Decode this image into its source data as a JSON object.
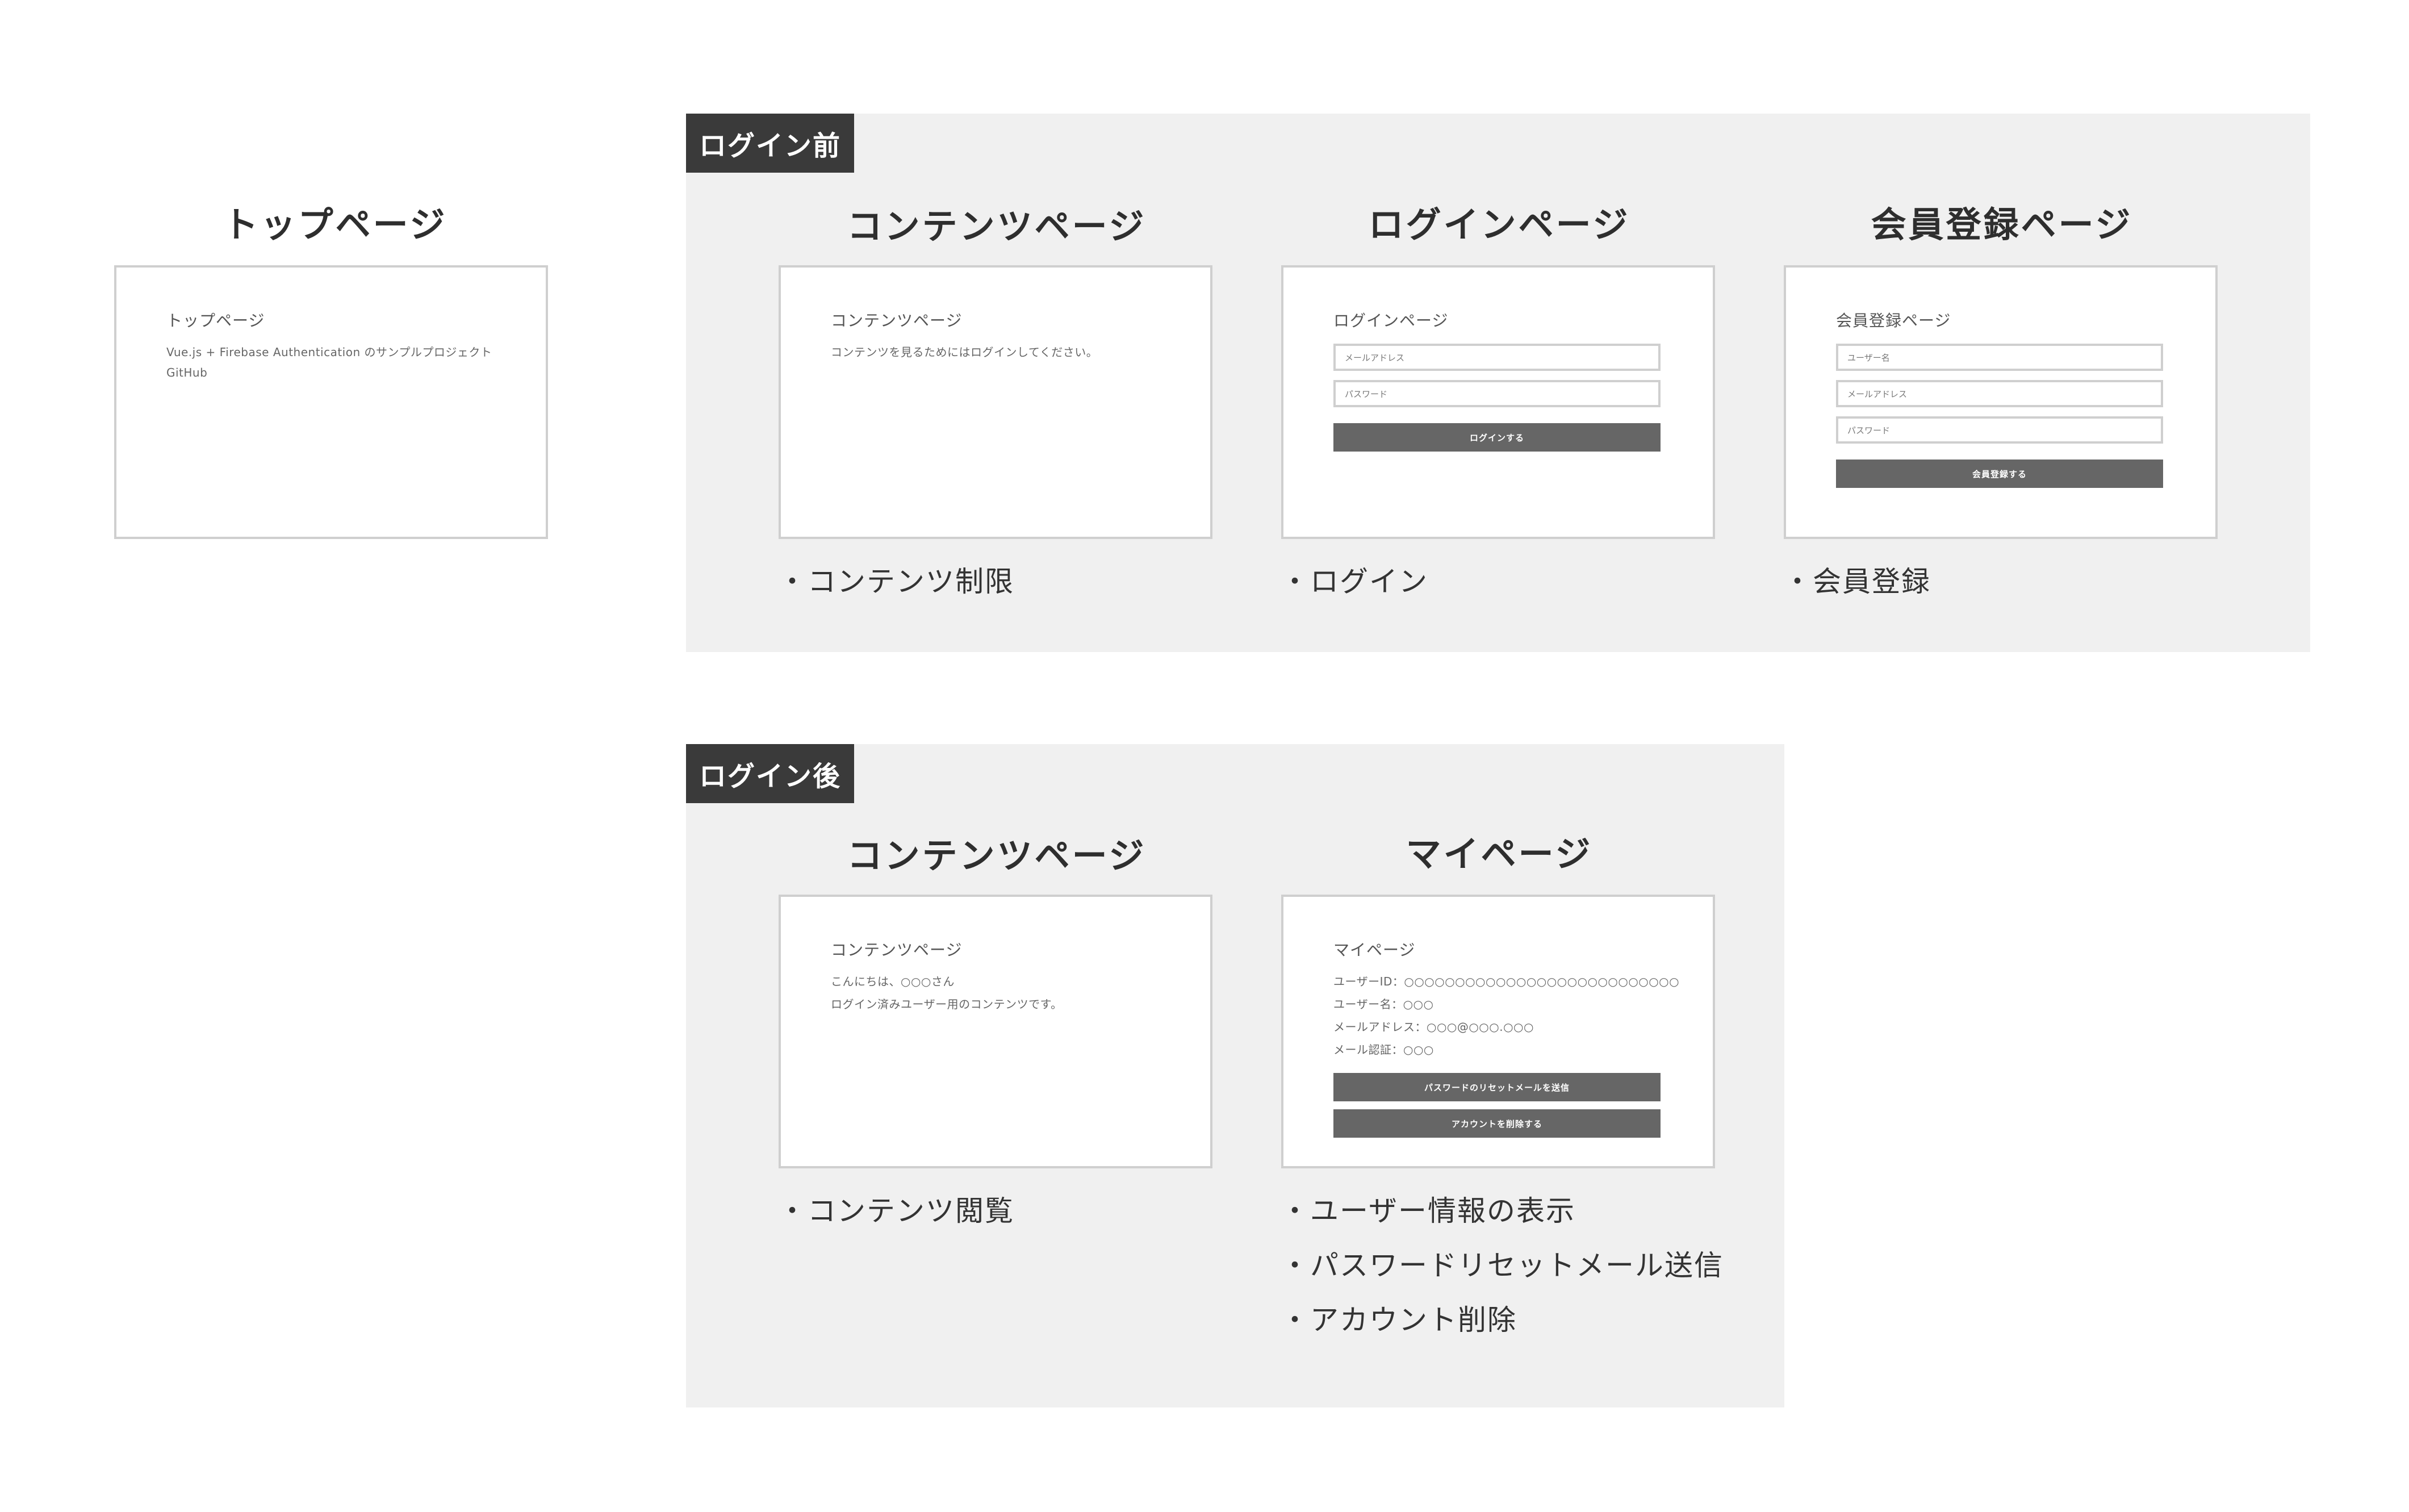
{
  "sections": {
    "before_login_label": "ログイン前",
    "after_login_label": "ログイン後"
  },
  "top": {
    "title": "トップページ",
    "screen_heading": "トップページ",
    "description": "Vue.js + Firebase Authentication のサンプルプロジェクト",
    "link": "GitHub"
  },
  "before": {
    "contents": {
      "title": "コンテンツページ",
      "screen_heading": "コンテンツページ",
      "message": "コンテンツを見るためにはログインしてください。",
      "features": [
        "・コンテンツ制限"
      ]
    },
    "login": {
      "title": "ログインページ",
      "screen_heading": "ログインページ",
      "email_placeholder": "メールアドレス",
      "password_placeholder": "パスワード",
      "button": "ログインする",
      "features": [
        "・ログイン"
      ]
    },
    "signup": {
      "title": "会員登録ページ",
      "screen_heading": "会員登録ページ",
      "username_placeholder": "ユーザー名",
      "email_placeholder": "メールアドレス",
      "password_placeholder": "パスワード",
      "button": "会員登録する",
      "features": [
        "・会員登録"
      ]
    }
  },
  "after": {
    "contents": {
      "title": "コンテンツページ",
      "screen_heading": "コンテンツページ",
      "greeting": "こんにちは、○○○さん",
      "message": "ログイン済みユーザー用のコンテンツです。",
      "features": [
        "・コンテンツ閲覧"
      ]
    },
    "mypage": {
      "title": "マイページ",
      "screen_heading": "マイページ",
      "user_id": "ユーザーID：○○○○○○○○○○○○○○○○○○○○○○○○○○○",
      "user_name": "ユーザー名：○○○",
      "email": "メールアドレス：○○○@○○○.○○○",
      "email_verified": "メール認証：○○○",
      "reset_button": "パスワードのリセットメールを送信",
      "delete_button": "アカウントを削除する",
      "features": [
        "・ユーザー情報の表示",
        "・パスワードリセットメール送信",
        "・アカウント削除"
      ]
    }
  }
}
